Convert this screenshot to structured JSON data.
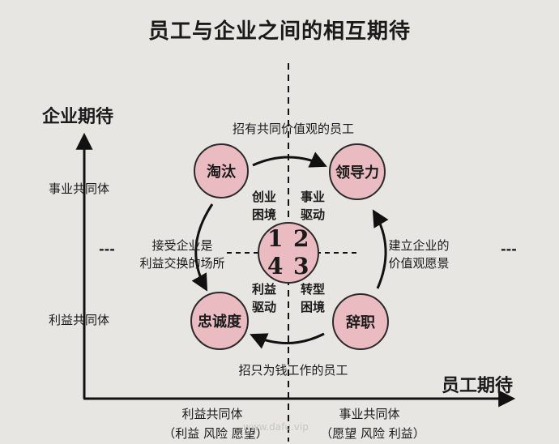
{
  "title": "员工与企业之间的相互期待",
  "axes": {
    "y_label": "企业期待",
    "x_label": "员工期待",
    "y_top": "事业共同体",
    "y_bottom": "利益共同体",
    "x_left": "利益共同体",
    "x_left_sub": "（利益  风险  愿望）",
    "x_right": "事业共同体",
    "x_right_sub": "（愿望  风险  利益）",
    "dash_left": "---",
    "dash_right": "---"
  },
  "nodes": {
    "top_left": "淘汰",
    "top_right": "领导力",
    "bottom_left": "忠诚度",
    "bottom_right": "辞职"
  },
  "arrows": {
    "top": "招有共同价值观的员工",
    "bottom": "招只为钱工作的员工",
    "left": [
      "接受企业是",
      "利益交换的场所"
    ],
    "right": [
      "建立企业的",
      "价值观愿景"
    ]
  },
  "quadrants": {
    "q1": [
      "创业",
      "困境"
    ],
    "q2": [
      "事业",
      "驱动"
    ],
    "q3": [
      "利益",
      "驱动"
    ],
    "q4": [
      "转型",
      "困境"
    ]
  },
  "numbers": {
    "n1": "1",
    "n2": "2",
    "n3": "4",
    "n4": "3"
  },
  "watermark": "www.dafu.vip",
  "colors": {
    "circle_fill": "#ebbbc2",
    "background": "#e8e6e3"
  }
}
